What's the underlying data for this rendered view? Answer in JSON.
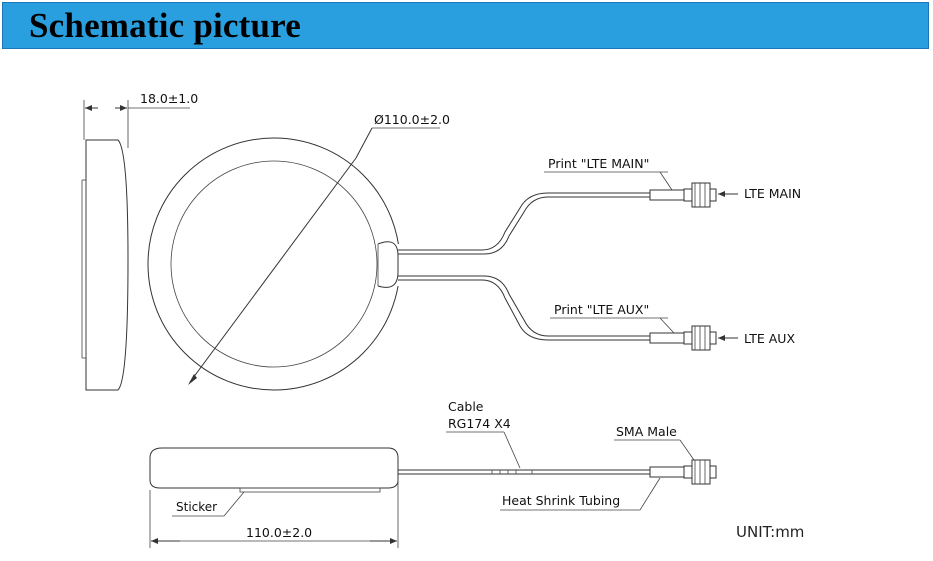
{
  "header": {
    "title": "Schematic picture"
  },
  "labels": {
    "thickness": "18.0±1.0",
    "diameter": "Ø110.0±2.0",
    "print_main": "Print \"LTE MAIN\"",
    "print_aux": "Print \"LTE AUX\"",
    "lte_main": "LTE MAIN",
    "lte_aux": "LTE AUX",
    "cable": "Cable",
    "cable_type": "RG174 X4",
    "sma_male": "SMA Male",
    "heat_shrink": "Heat Shrink Tubing",
    "sticker": "Sticker",
    "width": "110.0±2.0",
    "unit": "UNIT:mm"
  },
  "colors": {
    "banner": "#2a9fe0"
  }
}
